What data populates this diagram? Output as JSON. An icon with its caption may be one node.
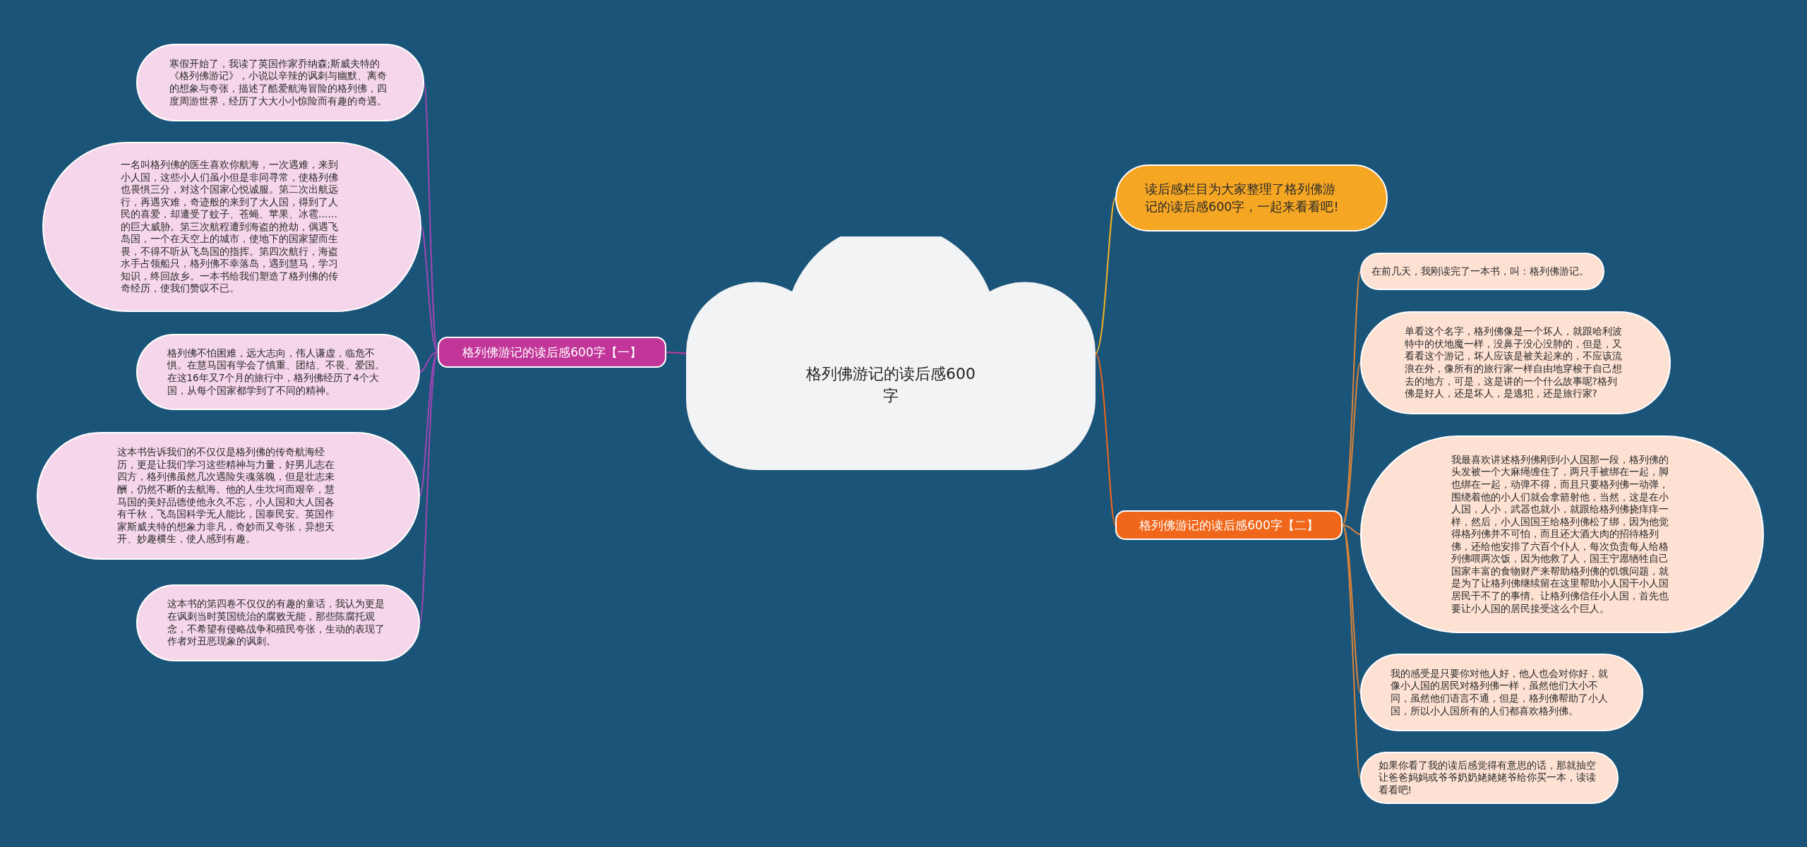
{
  "diagram": {
    "nodes": [
      {
        "text": [
          "格列佛游记的读后感600字"
        ]
      },
      {
        "text": [
          "读后感栏目为大家整理了格列佛游记的读后感600字，一起来看看吧!"
        ]
      },
      {
        "text": [
          "格列佛游记的读后感600字【一】"
        ]
      },
      {
        "text": [
          "寒假开始了，我读了英国作家乔纳森;斯威夫特的《格列佛游记》，小说以辛辣的讽刺与幽默、离奇的想象与夸张，描述了酷爱航海冒险的格列佛，四度周游世界，经历了大大小小惊险而有趣的奇遇。"
        ]
      },
      {
        "text": [
          "一名叫格列佛的医生喜欢你航海，一次遇难，来到小人国，这些小人们虽小但是非同寻常，使格列佛也畏惧三分，对这个国家心悦诚服。第二次出航远行，再遇灾难，奇迹般的来到了大人国，得到了人民的喜爱，却遭受了蚊子、苍蝇、苹果、冰雹……的巨大威胁。第三次航程遭到海盗的抢劫，偶遇飞岛国，一个在天空上的城市，使地下的国家望而生畏，不得不听从飞岛国的指挥。第四次航行，海盗水手占领船只，格列佛不幸落岛，遇到慧马，学习知识，终回故乡。一本书给我们塑造了格列佛的传奇经历，使我们赞叹不已。"
        ]
      },
      {
        "text": [
          "格列佛不怕困难，远大志向，伟人谦虚，临危不惧。在慧马国有学会了慎重、团结、不畏、爱国。在这16年又7个月的旅行中，格列佛经历了4个大国，从每个国家都学到了不同的精神。"
        ]
      },
      {
        "text": [
          "这本书告诉我们的不仅仅是格列佛的传奇航海经历，更是让我们学习这些精神与力量，好男儿志在四方，格列佛虽然几次遇险失魂落魄，但是壮志未酬，仍然不断的去航海。他的人生坎坷而艰辛，慧马国的美好品德使他永久不忘，小人国和大人国各有千秋，飞岛国科学无人能比，国泰民安。英国作家斯威夫特的想象力非凡，奇妙而又夸张，异想天开、妙趣横生，使人感到有趣。"
        ]
      },
      {
        "text": [
          "这本书的第四卷不仅仅的有趣的童话，我认为更是在讽刺当时英国统治的腐败无能，那些陈腐托观念，不希望有侵略战争和殖民夸张，生动的表现了作者对丑恶现象的讽刺。"
        ]
      },
      {
        "text": [
          "格列佛游记的读后感600字【二】"
        ]
      },
      {
        "text": [
          "在前几天，我刚读完了一本书，叫：格列佛游记。"
        ]
      },
      {
        "text": [
          "单看这个名字，格列佛像是一个坏人，就跟哈利波特中的伏地魔一样，没鼻子没心没肺的，但是，又看看这个游记，坏人应该是被关起来的，不应该流浪在外，像所有的旅行家一样自由地穿梭于自己想去的地方，可是，这是讲的一个什么故事呢?格列佛是好人，还是坏人，是逃犯，还是旅行家?"
        ]
      },
      {
        "text": [
          "我最喜欢讲述格列佛刚到小人国那一段，格列佛的头发被一个大麻绳缠住了，两只手被绑在一起，脚也绑在一起，动弹不得，而且只要格列佛一动弹，围绕着他的小人们就会拿箭射他，当然，这是在小人国，人小，武器也就小，就跟给格列佛挠痒痒一样，然后，小人国国王给格列佛松了绑，因为他觉得格列佛并不可怕，而且还大酒大肉的招待格列佛，还给他安排了六百个仆人，每次负责每人给格列佛喂两次饭，因为他救了人，国王宁愿牺牲自己国家丰富的食物财产来帮助格列佛的饥饿问题，就是为了让格列佛继续留在这里帮助小人国干小人国居民干不了的事情。让格列佛信任小人国，首先也要让小人国的居民接受这么个巨人。"
        ]
      },
      {
        "text": [
          "我的感受是只要你对他人好，他人也会对你好，就像小人国的居民对格列佛一样，虽然他们大小不同，虽然他们语言不通，但是，格列佛帮助了小人国，所以小人国所有的人们都喜欢格列佛。"
        ]
      },
      {
        "text": [
          "如果你看了我的读后感觉得有意思的话，那就抽空让爸爸妈妈或爷爷奶奶姥姥姥爷给你买一本，读读看看吧!"
        ]
      }
    ],
    "edges": [
      {
        "from": 0,
        "to": 1,
        "arrow": "none",
        "color": "#f5b324"
      },
      {
        "from": 0,
        "to": 2,
        "arrow": "none",
        "color": "#c2369a"
      },
      {
        "from": 0,
        "to": 8,
        "arrow": "none",
        "color": "#f0661a"
      },
      {
        "from": 2,
        "to": 3,
        "arrow": "none"
      },
      {
        "from": 2,
        "to": 4,
        "arrow": "none"
      },
      {
        "from": 2,
        "to": 5,
        "arrow": "none"
      },
      {
        "from": 2,
        "to": 6,
        "arrow": "none"
      },
      {
        "from": 2,
        "to": 7,
        "arrow": "none"
      },
      {
        "from": 8,
        "to": 9,
        "arrow": "none",
        "color": "#d9843a"
      },
      {
        "from": 8,
        "to": 10,
        "arrow": "none",
        "color": "#d9843a"
      },
      {
        "from": 8,
        "to": 11,
        "arrow": "none",
        "color": "#d9843a"
      },
      {
        "from": 8,
        "to": 12,
        "arrow": "none",
        "color": "#d9843a"
      },
      {
        "from": 8,
        "to": 13,
        "arrow": "none",
        "color": "#d9843a"
      }
    ]
  }
}
